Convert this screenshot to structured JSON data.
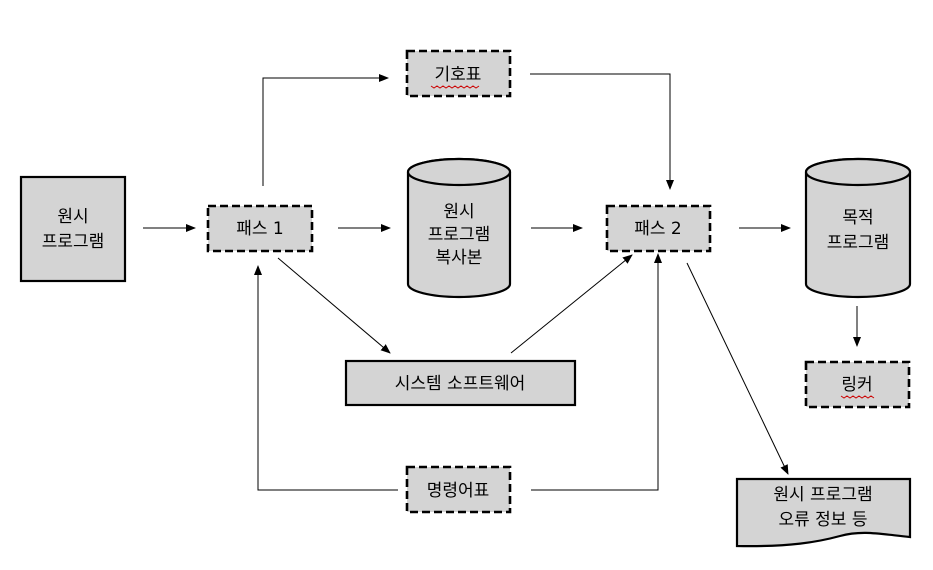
{
  "nodes": {
    "source_program": [
      "원시",
      "프로그램"
    ],
    "pass1": "패스 1",
    "symbol_table": "기호표",
    "source_copy": [
      "원시",
      "프로그램",
      "복사본"
    ],
    "pass2": "패스 2",
    "object_program": [
      "목적",
      "프로그램"
    ],
    "system_software": "시스템 소프트웨어",
    "linker": "링커",
    "opcode_table": "명령어표",
    "error_info": [
      "원시 프로그램",
      "오류 정보 등"
    ]
  }
}
